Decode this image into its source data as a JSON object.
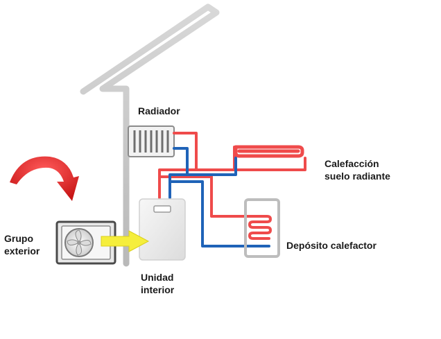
{
  "labels": {
    "radiator": "Radiador",
    "floor_heating_line1": "Calefacción",
    "floor_heating_line2": "suelo radiante",
    "outdoor_unit_line1": "Grupo",
    "outdoor_unit_line2": "exterior",
    "indoor_unit_line1": "Unidad",
    "indoor_unit_line2": "interior",
    "tank": "Depósito calefactor"
  },
  "colors": {
    "house_frame": "#c9c9c9",
    "hot_pipe": "#ef4b4b",
    "cold_pipe": "#1f63b8",
    "arrow_red": "#e02424",
    "arrow_yellow": "#f5ee3c",
    "unit_body": "#efefef"
  },
  "icons": {
    "fan": "fan-icon",
    "radiator": "radiator-icon",
    "flow_arrow": "arrow-right-icon",
    "curved_arrow": "curved-arrow-icon"
  }
}
